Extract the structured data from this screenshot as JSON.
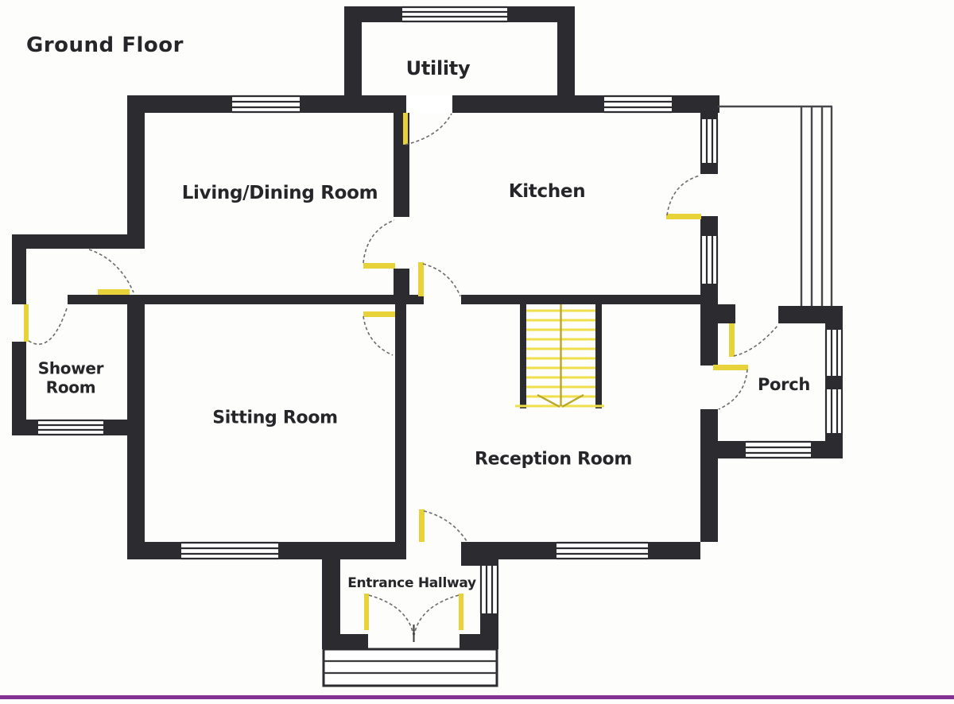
{
  "title": "Ground Floor",
  "rooms": {
    "utility": "Utility",
    "living_dining": "Living/Dining Room",
    "kitchen": "Kitchen",
    "shower": "Shower Room",
    "sitting": "Sitting Room",
    "reception": "Reception Room",
    "porch": "Porch",
    "hallway": "Entrance Hallway"
  },
  "colors": {
    "wall": "#2b2b30",
    "door": "#e8d23a",
    "stair": "#f0df4a",
    "stairline": "#b8a72c",
    "arc": "#6b6b6b",
    "accent": "#823293",
    "bg": "#fdfdfb",
    "ink": "#26262a"
  },
  "icons": {
    "stairs_direction": "down-arrow"
  }
}
